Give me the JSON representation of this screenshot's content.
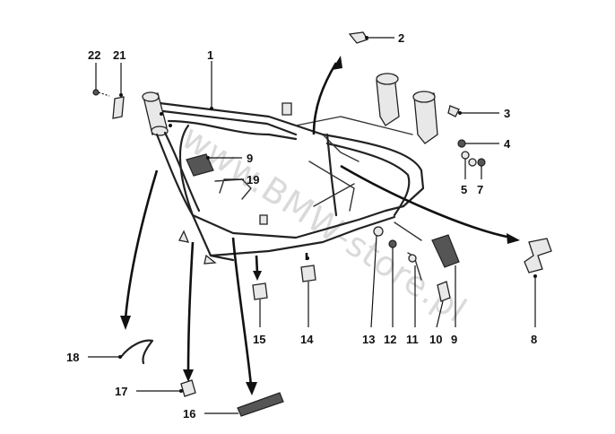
{
  "watermark": "www.BMW-store.pl",
  "callouts": [
    {
      "id": "1",
      "label": "1"
    },
    {
      "id": "2",
      "label": "2"
    },
    {
      "id": "3",
      "label": "3"
    },
    {
      "id": "4",
      "label": "4"
    },
    {
      "id": "5",
      "label": "5"
    },
    {
      "id": "7",
      "label": "7"
    },
    {
      "id": "8",
      "label": "8"
    },
    {
      "id": "9a",
      "label": "9"
    },
    {
      "id": "9b",
      "label": "9"
    },
    {
      "id": "10",
      "label": "10"
    },
    {
      "id": "11",
      "label": "11"
    },
    {
      "id": "12",
      "label": "12"
    },
    {
      "id": "13",
      "label": "13"
    },
    {
      "id": "14",
      "label": "14"
    },
    {
      "id": "15",
      "label": "15"
    },
    {
      "id": "16",
      "label": "16"
    },
    {
      "id": "17",
      "label": "17"
    },
    {
      "id": "18",
      "label": "18"
    },
    {
      "id": "19",
      "label": "19"
    },
    {
      "id": "21",
      "label": "21"
    },
    {
      "id": "22",
      "label": "22"
    }
  ]
}
